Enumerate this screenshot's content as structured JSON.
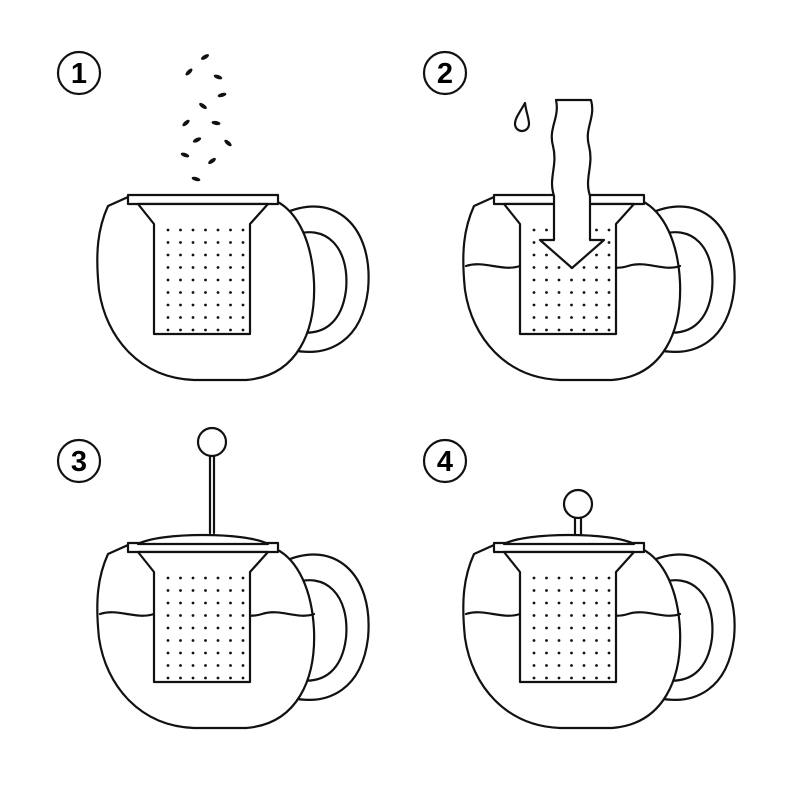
{
  "steps": [
    {
      "number": "1",
      "water": false,
      "leaves": true,
      "pour": false,
      "plunger": "none"
    },
    {
      "number": "2",
      "water": true,
      "leaves": false,
      "pour": true,
      "plunger": "none"
    },
    {
      "number": "3",
      "water": true,
      "leaves": false,
      "pour": false,
      "plunger": "raised"
    },
    {
      "number": "4",
      "water": true,
      "leaves": false,
      "pour": false,
      "plunger": "pressed"
    }
  ],
  "colors": {
    "line": "#111111",
    "background": "#ffffff"
  },
  "icons": [
    "tea-leaves-icon",
    "water-drop-icon",
    "hot-water-pour-icon",
    "teapot-icon",
    "strainer-icon",
    "plunger-icon"
  ]
}
